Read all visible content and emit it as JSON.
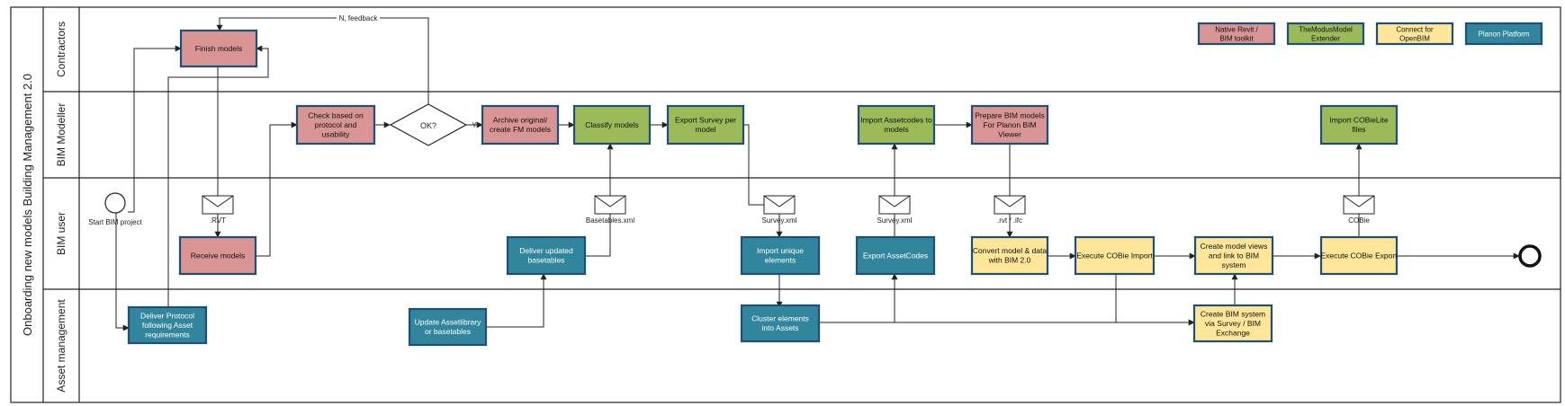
{
  "pool": {
    "title": "Onboarding new models Building Management 2.0"
  },
  "lanes": [
    {
      "id": "contractors",
      "label": "Contractors"
    },
    {
      "id": "bim-modeller",
      "label": "BIM Modeller"
    },
    {
      "id": "bim-user",
      "label": "BIM user"
    },
    {
      "id": "asset-management",
      "label": "Asset management"
    }
  ],
  "legend": [
    {
      "label": "Native Revit / BIM toolkit",
      "category": "native"
    },
    {
      "label": "TheModusModel Extender",
      "category": "extender"
    },
    {
      "label": "Connect for OpenBIM",
      "category": "connect"
    },
    {
      "label": "Planon Platform",
      "category": "planon"
    }
  ],
  "colors": {
    "native": "#d99594",
    "extender": "#9bbb59",
    "connect": "#ffe699",
    "planon": "#31859c",
    "border": "#1f4e79",
    "line": "#333333"
  },
  "tasks": {
    "finish_models": "Finish models",
    "check_protocol": "Check based on protocol and usability",
    "archive_original": "Archive original/ create FM models",
    "classify_models": "Classify models",
    "export_survey": "Export Survey per model",
    "import_assetcodes": "Import Assetcodes to models",
    "prepare_bim": "Prepare BIM models For Planon BIM Viewer",
    "import_cobielite": "Import COBieLite files",
    "receive_models": "Receive models",
    "deliver_basetables": "Deliver updated basetables",
    "import_unique": "Import unique elements",
    "export_assetcodes": "Export AssetCodes",
    "convert_model": "Convert model & data with BIM 2.0",
    "execute_cobie_import": "Execute COBie Import",
    "create_views": "Create model views and link to BIM system",
    "execute_cobie_export": "Execute COBie Export",
    "deliver_protocol": "Deliver Protocol following Asset requirements",
    "update_assetlibrary": "Update Assetlibrary or basetables",
    "cluster_elements": "Cluster elements into Assets",
    "create_bim_system": "Create BIM system via Survey / BIM Exchange"
  },
  "gateway": {
    "label": "OK?",
    "yes_label": "Y",
    "no_label": "N, feedback"
  },
  "start_event": {
    "label": "Start BIM project"
  },
  "messages": {
    "rvt": ".RVT",
    "basetables": "Basetables.xml",
    "survey1": "Survey.xml",
    "survey2": "Survey.xml",
    "rvt_ifc": ".rvt / .ifc",
    "cobie": "COBie"
  }
}
